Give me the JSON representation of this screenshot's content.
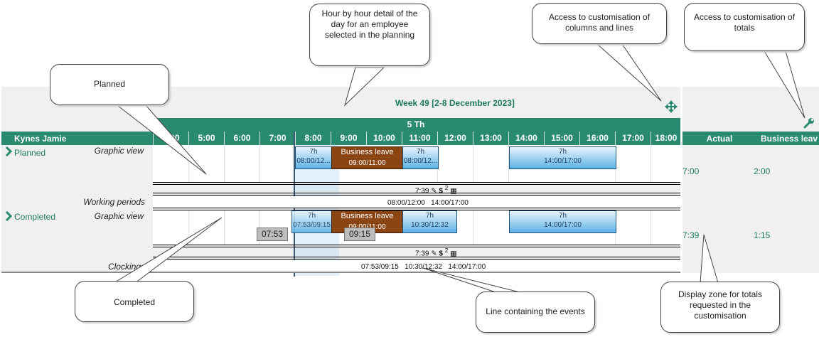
{
  "week_title": "Week 49 [2-8 December 2023]",
  "day_label": "5 Th",
  "employee": "Kynes Jamie",
  "hours": [
    "4:00",
    "5:00",
    "6:00",
    "7:00",
    "8:00",
    "9:00",
    "10:00",
    "11:00",
    "12:00",
    "13:00",
    "14:00",
    "15:00",
    "16:00",
    "17:00",
    "18:00"
  ],
  "rows": {
    "planned": {
      "label": "Planned",
      "sub1": "Graphic view",
      "sub2": "Working periods",
      "periods_text": "08:00/12:00   14:00/17:00"
    },
    "completed": {
      "label": "Completed",
      "sub1": "Graphic view",
      "sub2": "Clockings",
      "clockings_text": "07:53/09:15   10:30/12:32   14:00/17:00"
    }
  },
  "blocks": {
    "p1_top": "7h",
    "p1_bot": "08:00/12...",
    "p_leave_top": "Business leave",
    "p_leave_bot": "09:00/11:00",
    "p2_top": "7h",
    "p2_bot": "08:00/12...",
    "p3_top": "7h",
    "p3_bot": "14:00/17:00",
    "c1_top": "7h",
    "c1_bot": "07:53/09:15",
    "c_leave_top": "Business leave",
    "c_leave_bot": "09:00/11:00",
    "c2_top": "7h",
    "c2_bot": "10:30/12:32",
    "c3_top": "7h",
    "c3_bot": "14:00/17:00",
    "tag1": "07:53",
    "tag2": "09:15"
  },
  "summary_text": "7:39",
  "summary_sup": "2",
  "totals": {
    "headers": [
      "Actual",
      "Business leav"
    ],
    "planned": [
      "7:00",
      "2:00"
    ],
    "completed": [
      "7:39",
      "1:15"
    ]
  },
  "callouts": {
    "hourly": "Hour by hour detail of the day for an employee selected in the planning",
    "custom_cols": "Access to customisation of columns and lines",
    "custom_totals": "Access to customisation of totals",
    "planned": "Planned",
    "completed": "Completed",
    "events": "Line containing the events",
    "totals_zone": "Display zone for totals requested in the customisation"
  },
  "icons": [
    "move-arrows-icon",
    "wrench-icon",
    "chevron-right-icon",
    "edit-icon",
    "dollar-icon",
    "calendar-icon"
  ]
}
